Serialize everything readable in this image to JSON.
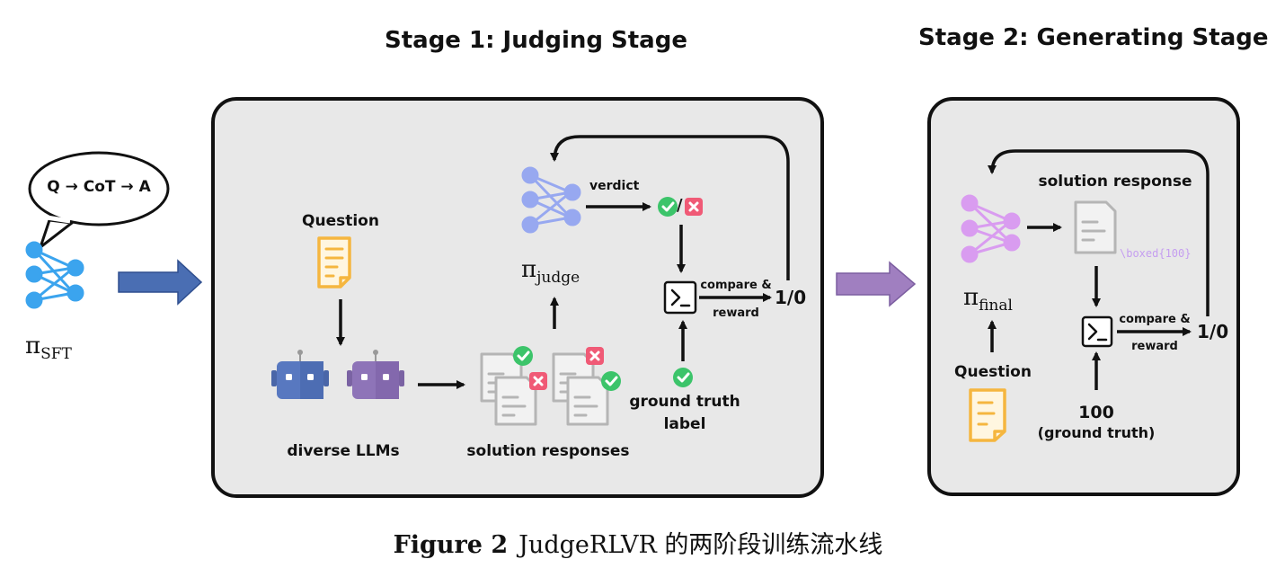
{
  "stage1": {
    "title": "Stage 1: Judging Stage",
    "question": "Question",
    "diverse_llms": "diverse LLMs",
    "solution_responses": "solution responses",
    "verdict": "verdict",
    "verdict_sep": "/",
    "compare_reward_line1": "compare &",
    "compare_reward_line2": "reward",
    "result": "1/0",
    "ground_truth_line1": "ground truth",
    "ground_truth_line2": "label",
    "policy_symbol": "π",
    "policy_sub": "judge"
  },
  "stage2": {
    "title": "Stage 2: Generating Stage",
    "solution_response": "solution response",
    "boxed": "\\boxed{100}",
    "compare_reward_line1": "compare &",
    "compare_reward_line2": "reward",
    "result": "1/0",
    "question": "Question",
    "gt_value": "100",
    "gt_label": "(ground truth)",
    "policy_symbol": "π",
    "policy_sub": "final"
  },
  "sft": {
    "bubble": "Q → CoT → A",
    "policy_symbol": "π",
    "policy_sub": "SFT"
  },
  "caption": {
    "label": "Figure 2",
    "text": "JudgeRLVR 的两阶段训练流水线"
  },
  "colors": {
    "sft_net": "#3ba4ee",
    "judge_net": "#97a8f0",
    "final_net": "#d99cf0",
    "arrow_blue": "#4a6eb3",
    "arrow_purple": "#a07fc0",
    "panel_bg": "#e8e8e8",
    "doc_orange": "#f5b63f",
    "robot_blue": "#5878c0",
    "robot_purple": "#8e74b8",
    "check_green": "#3cc46a",
    "cross_red": "#f05a76"
  }
}
